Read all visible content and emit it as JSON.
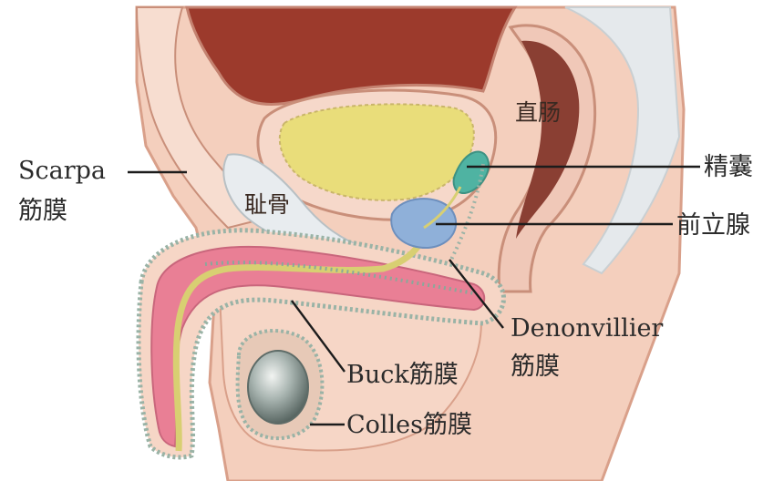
{
  "labels": {
    "scarpa_line1": "Scarpa",
    "scarpa_line2": "筋膜",
    "pubic_bone": "耻骨",
    "rectum": "直肠",
    "seminal_vesicle": "精囊",
    "prostate": "前立腺",
    "denonvillier_line1": "Denonvillier",
    "denonvillier_line2": "筋膜",
    "buck": "Buck筋膜",
    "colles": "Colles筋膜"
  },
  "colors": {
    "background": "#ffffff",
    "body_tissue": "#f4cfbd",
    "outline": "#d9a08a",
    "bladder_cavity": "#9c3a2c",
    "rectum_cavity": "#8a3f33",
    "bladder_urine": "#e9dd7a",
    "pubic_bone": "#e8ecef",
    "penis_pink": "#e97f95",
    "fascia_dots": "#8aa89a",
    "seminal_vesicle": "#4fb3a2",
    "prostate": "#8fb0d9",
    "testis": "#7f8f8b",
    "urethra": "#d8cf72",
    "leader_line": "#1c1c1c",
    "label_text": "#2b2b2b"
  }
}
